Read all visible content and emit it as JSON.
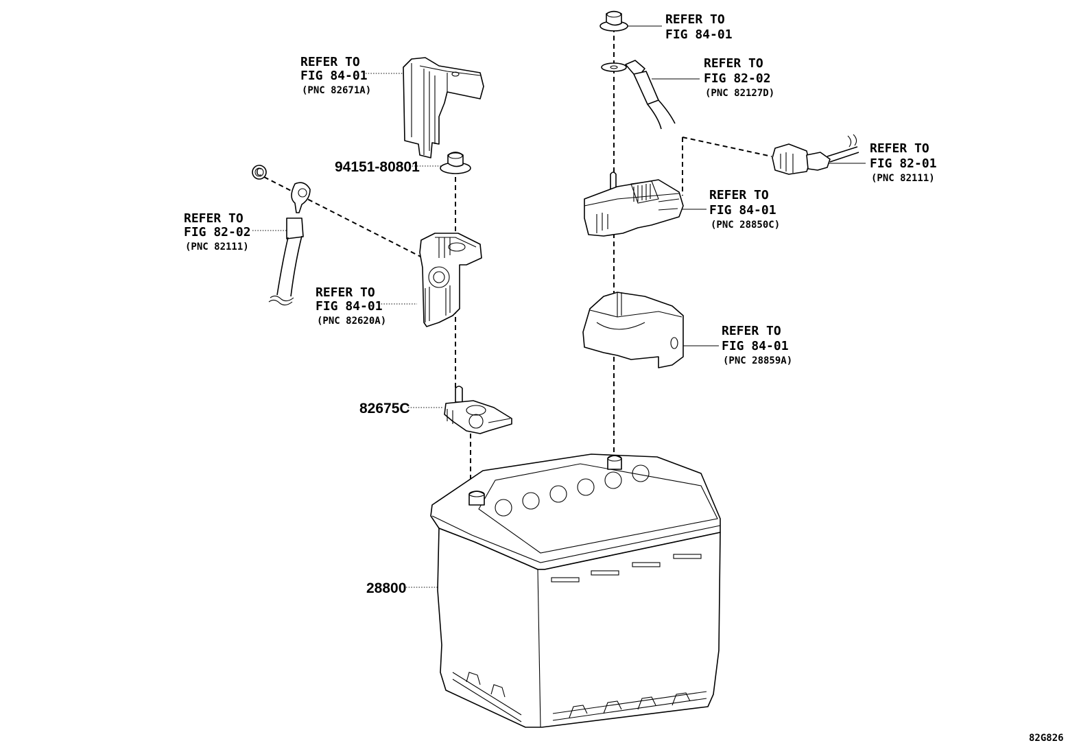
{
  "labels": {
    "terminal_cover_neg": {
      "line1": "REFER TO",
      "line2": "FIG 84-01",
      "pnc": "(PNC 82671A)"
    },
    "nut": {
      "pn": "94151-80801"
    },
    "neg_cable": {
      "line1": "REFER TO",
      "line2": "FIG 82-02",
      "pnc": "(PNC 82111)"
    },
    "neg_clamp": {
      "line1": "REFER TO",
      "line2": "FIG 84-01",
      "pnc": "(PNC 82620A)"
    },
    "terminal": {
      "pn": "82675C"
    },
    "battery": {
      "pn": "28800"
    },
    "top_nut": {
      "line1": "REFER TO",
      "line2": "FIG 84-01"
    },
    "pos_cable": {
      "line1": "REFER TO",
      "line2": "FIG 82-02",
      "pnc": "(PNC 82127D)"
    },
    "connector": {
      "line1": "REFER TO",
      "line2": "FIG 82-01",
      "pnc": "(PNC 82111)"
    },
    "fusible_block": {
      "line1": "REFER TO",
      "line2": "FIG 84-01",
      "pnc": "(PNC 28850C)"
    },
    "bracket": {
      "line1": "REFER TO",
      "line2": "FIG 84-01",
      "pnc": "(PNC 28859A)"
    }
  },
  "figure_ref": "82G826",
  "washer_mark": "C"
}
